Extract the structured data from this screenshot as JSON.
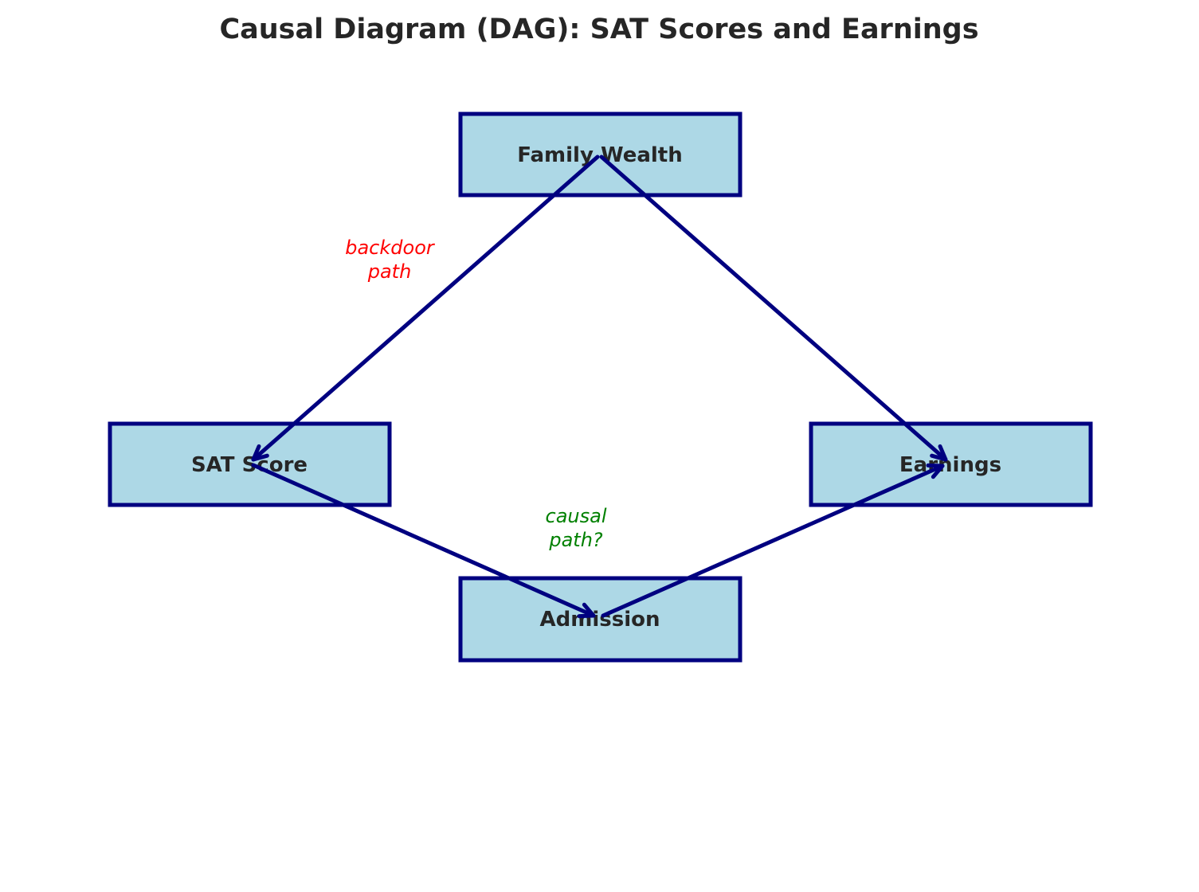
{
  "title": "Causal Diagram (DAG): SAT Scores and Earnings",
  "nodes": {
    "family_wealth": "Family Wealth",
    "sat_score": "SAT Score",
    "earnings": "Earnings",
    "admission": "Admission"
  },
  "edges": [
    {
      "from": "family_wealth",
      "to": "sat_score"
    },
    {
      "from": "family_wealth",
      "to": "earnings"
    },
    {
      "from": "sat_score",
      "to": "admission"
    },
    {
      "from": "admission",
      "to": "earnings"
    }
  ],
  "annotations": {
    "backdoor": {
      "line1": "backdoor",
      "line2": "path",
      "color": "#ff0000"
    },
    "causal": {
      "line1": "causal",
      "line2": "path?",
      "color": "#008000"
    }
  },
  "colors": {
    "node_fill": "#add8e6",
    "node_border": "#000080",
    "edge": "#000080",
    "text": "#262626"
  }
}
